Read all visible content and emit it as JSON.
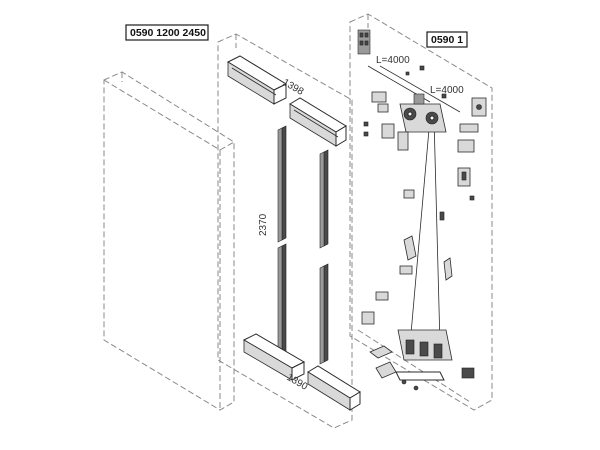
{
  "codes": {
    "door": "0590 1200 2450",
    "mechanism": "0590 1"
  },
  "dimensions": {
    "top_rail_length": "1398",
    "bottom_rail_length": "1390",
    "height": "2370",
    "cable_a": "L=4000",
    "cable_b": "L=4000"
  }
}
